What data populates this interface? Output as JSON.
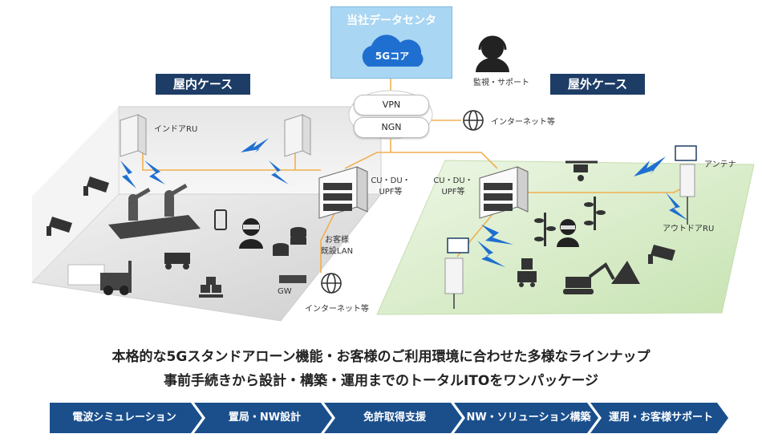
{
  "datacenter": {
    "title": "当社データセンタ",
    "core": "5Gコア"
  },
  "support": {
    "label": "監視・サポート"
  },
  "network": {
    "vpn": "VPN",
    "ngn": "NGN",
    "internet_label": "インターネット等"
  },
  "indoor": {
    "banner": "屋内ケース",
    "ru_label": "インドアRU",
    "server_label": [
      "CU・DU・",
      "UPF等"
    ],
    "lan_label": [
      "お客様",
      "既設LAN"
    ],
    "gw_label": "GW",
    "internet_label": "インターネット等"
  },
  "outdoor": {
    "banner": "屋外ケース",
    "server_label": [
      "CU・DU・",
      "UPF等"
    ],
    "antenna_label": "アンテナ",
    "ru_label": "アウトドアRU"
  },
  "headlines": [
    "本格的な5Gスタンドアローン機能・お客様のご利用環境に合わせた多様なラインナップ",
    "事前手続きから設計・構築・運用までのトータルITOをワンパッケージ"
  ],
  "steps": [
    {
      "label": "電波シミュレーション",
      "color": "#1a4f8c"
    },
    {
      "label": "置局・NW設計",
      "color": "#1a4f8c"
    },
    {
      "label": "免許取得支援",
      "color": "#1a4f8c"
    },
    {
      "label": "NW・ソリューション構築",
      "color": "#1a4f8c"
    },
    {
      "label": "運用・お客様サポート",
      "color": "#1a4f8c"
    }
  ],
  "colors": {
    "wire": "#f0b050",
    "signal": "#1f6fd0",
    "indoor_floor": "#d9d9d9",
    "outdoor_floor": "#d6ecc6",
    "banner": "#1e3d66"
  }
}
